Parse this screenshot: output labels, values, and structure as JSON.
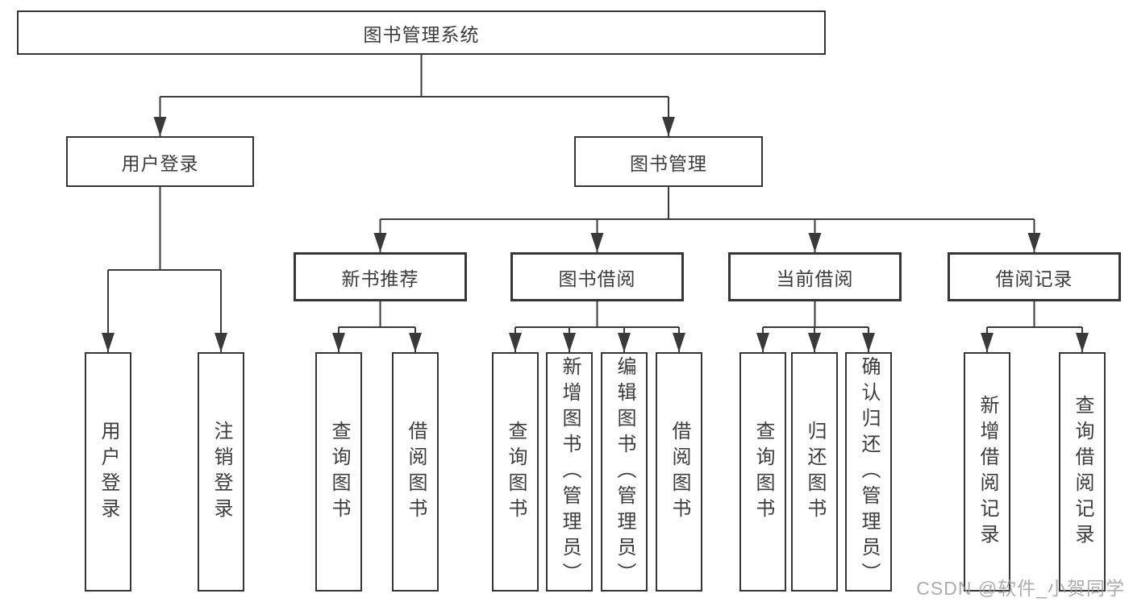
{
  "diagram": {
    "type": "hierarchy-tree",
    "line_color": "#3a3a3a",
    "box_border_color": "#363636",
    "text_color": "#3c3c3c",
    "background": "#ffffff"
  },
  "tree": {
    "root": {
      "label": "图书管理系统",
      "children": [
        {
          "label": "用户登录",
          "children": [
            {
              "label": "用户登录"
            },
            {
              "label": "注销登录"
            }
          ]
        },
        {
          "label": "图书管理",
          "children": [
            {
              "label": "新书推荐",
              "children": [
                {
                  "label": "查询图书"
                },
                {
                  "label": "借阅图书"
                }
              ]
            },
            {
              "label": "图书借阅",
              "children": [
                {
                  "label": "查询图书"
                },
                {
                  "label": "新增图书（管理员）"
                },
                {
                  "label": "编辑图书（管理员）"
                },
                {
                  "label": "借阅图书"
                }
              ]
            },
            {
              "label": "当前借阅",
              "children": [
                {
                  "label": "查询图书"
                },
                {
                  "label": "归还图书"
                },
                {
                  "label": "确认归还（管理员）"
                }
              ]
            },
            {
              "label": "借阅记录",
              "children": [
                {
                  "label": "新增借阅记录"
                },
                {
                  "label": "查询借阅记录"
                }
              ]
            }
          ]
        }
      ]
    }
  },
  "watermark": {
    "text": "CSDN @软件_小贺同学"
  }
}
